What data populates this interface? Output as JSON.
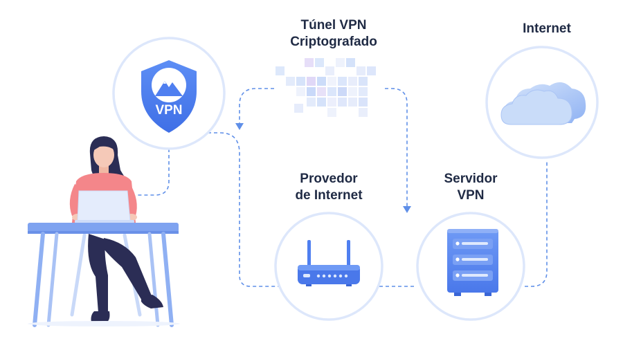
{
  "labels": {
    "tunnel": [
      "Túnel VPN",
      "Criptografado"
    ],
    "internet": [
      "Internet"
    ],
    "isp": [
      "Provedor",
      "de Internet"
    ],
    "vpn_server": [
      "Servidor",
      "VPN"
    ]
  },
  "shield_text": "VPN",
  "colors": {
    "accent": "#4f7ff0",
    "circle_border": "#dde7fb",
    "dashed_line": "#5f8fe8",
    "label_text": "#1f2a44",
    "shirt": "#f4868a",
    "skin": "#f5c9b8",
    "hair": "#2b2d55",
    "cloud": "#b8d0f7",
    "desk": "#7fa3f0"
  },
  "icons": [
    "vpn-shield-icon",
    "mountain-icon",
    "cloud-icon",
    "router-icon",
    "server-icon",
    "laptop-icon",
    "person-illustration",
    "arrow-down-icon"
  ]
}
